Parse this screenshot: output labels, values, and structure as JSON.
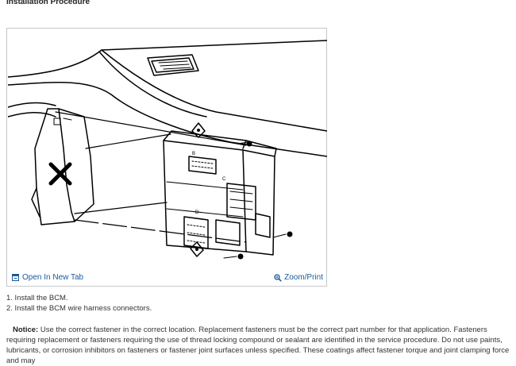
{
  "page": {
    "heading": "Installation Procedure"
  },
  "figure": {
    "open_label": "Open In New Tab",
    "zoom_label": "Zoom/Print",
    "callouts": [
      "B",
      "C",
      "D"
    ],
    "link_color": "#1a5a9c"
  },
  "steps": [
    "1. Install the BCM.",
    "2. Install the BCM wire harness connectors."
  ],
  "notice": {
    "label": "Notice:",
    "text": "Use the correct fastener in the correct location. Replacement fasteners must be the correct part number for that application. Fasteners requiring replacement or fasteners requiring the use of thread locking compound or sealant are identified in the service procedure. Do not use paints, lubricants, or corrosion inhibitors on fasteners or fastener joint surfaces unless specified. These coatings affect fastener torque and joint clamping force and may"
  }
}
